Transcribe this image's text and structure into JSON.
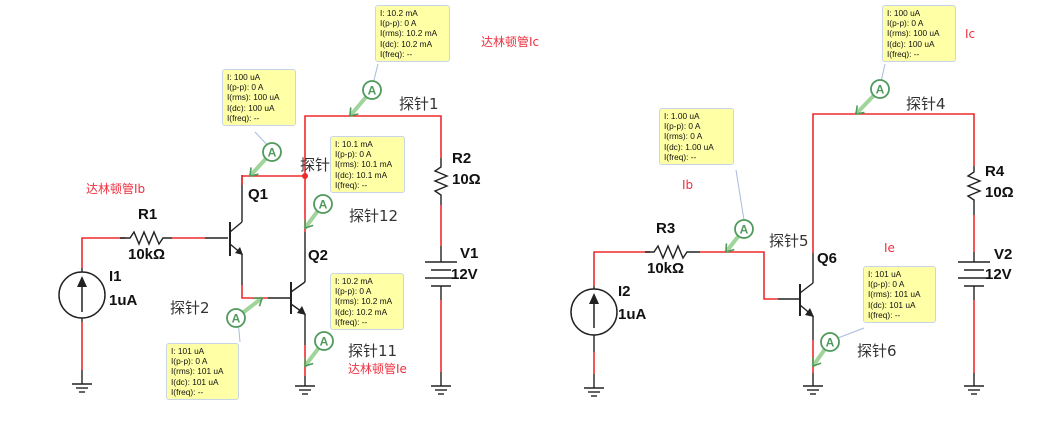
{
  "left_circuit": {
    "components": {
      "R1": {
        "name": "R1",
        "value": "10kΩ"
      },
      "R2": {
        "name": "R2",
        "value": "10Ω"
      },
      "I1": {
        "name": "I1",
        "value": "1uA"
      },
      "V1": {
        "name": "V1",
        "value": "12V"
      },
      "Q1": {
        "name": "Q1"
      },
      "Q2": {
        "name": "Q2"
      }
    },
    "probe_labels": {
      "p1": "探针1",
      "p2": "探针2",
      "p11": "探针11",
      "p12": "探针12",
      "p3": "探针"
    },
    "annotations": {
      "ic": "达林顿管Ic",
      "ib": "达林顿管Ib",
      "ie": "达林顿管Ie"
    },
    "readouts": {
      "probe1": [
        "I: 10.2 mA",
        "I(p-p): 0 A",
        "I(rms): 10.2 mA",
        "I(dc): 10.2 mA",
        "I(freq): --"
      ],
      "probe_q1c": [
        "I: 100 uA",
        "I(p-p): 0 A",
        "I(rms): 100 uA",
        "I(dc): 100 uA",
        "I(freq): --"
      ],
      "probe12": [
        "I: 10.1 mA",
        "I(p-p): 0 A",
        "I(rms): 10.1 mA",
        "I(dc): 10.1 mA",
        "I(freq): --"
      ],
      "probe11": [
        "I: 10.2 mA",
        "I(p-p): 0 A",
        "I(rms): 10.2 mA",
        "I(dc): 10.2 mA",
        "I(freq): --"
      ],
      "probe2": [
        "I: 101 uA",
        "I(p-p): 0 A",
        "I(rms): 101 uA",
        "I(dc): 101 uA",
        "I(freq): --"
      ]
    }
  },
  "right_circuit": {
    "components": {
      "R3": {
        "name": "R3",
        "value": "10kΩ"
      },
      "R4": {
        "name": "R4",
        "value": "10Ω"
      },
      "I2": {
        "name": "I2",
        "value": "1uA"
      },
      "V2": {
        "name": "V2",
        "value": "12V"
      },
      "Q6": {
        "name": "Q6"
      }
    },
    "probe_labels": {
      "p4": "探针4",
      "p5": "探针5",
      "p6": "探针6"
    },
    "annotations": {
      "ic": "Ic",
      "ib": "Ib",
      "ie": "Ie"
    },
    "readouts": {
      "probe4": [
        "I: 100 uA",
        "I(p-p): 0 A",
        "I(rms): 100 uA",
        "I(dc): 100 uA",
        "I(freq): --"
      ],
      "probe5": [
        "I: 1.00 uA",
        "I(p-p): 0 A",
        "I(rms): 0 A",
        "I(dc): 1.00 uA",
        "I(freq): --"
      ],
      "probe6": [
        "I: 101 uA",
        "I(p-p): 0 A",
        "I(rms): 101 uA",
        "I(dc): 101 uA",
        "I(freq): --"
      ]
    }
  },
  "probe_symbol": "A",
  "colors": {
    "wire_live": "#ee2b2b",
    "wire_plain": "#222222",
    "probe_green": "#4f9a5c",
    "tip_bg": "#ffffa6",
    "annotation_red": "#ee3040"
  }
}
